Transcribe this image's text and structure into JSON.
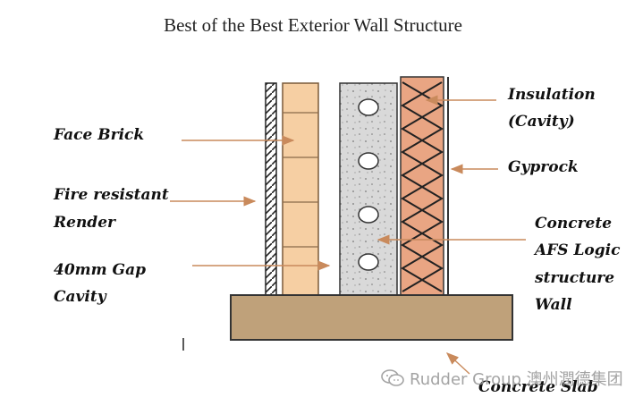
{
  "title": "Best of the Best Exterior Wall Structure",
  "labels": {
    "face_brick": "Face Brick",
    "fire_resistant": "Fire resistant",
    "render": "Render",
    "gap": "40mm Gap",
    "cavity": "Cavity",
    "insulation": "Insulation",
    "insulation_cavity": "(Cavity)",
    "gyprock": "Gyprock",
    "concrete_1": "Concrete",
    "concrete_2": "AFS Logic",
    "concrete_3": "structure",
    "concrete_4": "Wall",
    "footing": "Concrete Slab"
  },
  "watermark": "Rudder Group 澳州潤德集团",
  "colors": {
    "brick": "#F6CFA3",
    "mortar": "#8a6a4a",
    "concrete": "#D9D9D9",
    "insulation": "#E9A583",
    "footing": "#BFA17A",
    "arrow": "#C98A5C"
  },
  "icons": [
    "wechat-icon"
  ]
}
